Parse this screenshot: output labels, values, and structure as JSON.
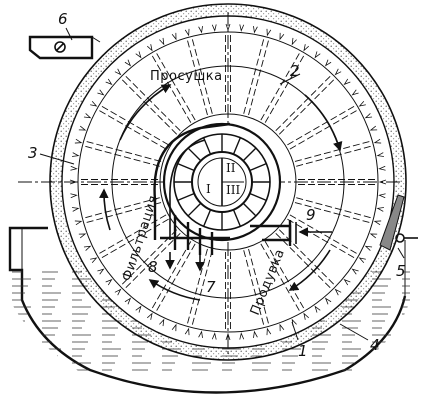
{
  "zones": {
    "drying": "Просушка",
    "filtration": "Фильтрация",
    "blowing": "Продувка"
  },
  "callouts": [
    "1",
    "2",
    "3",
    "4",
    "5",
    "6",
    "7",
    "8",
    "9"
  ],
  "chambers": [
    "I",
    "II",
    "III"
  ]
}
